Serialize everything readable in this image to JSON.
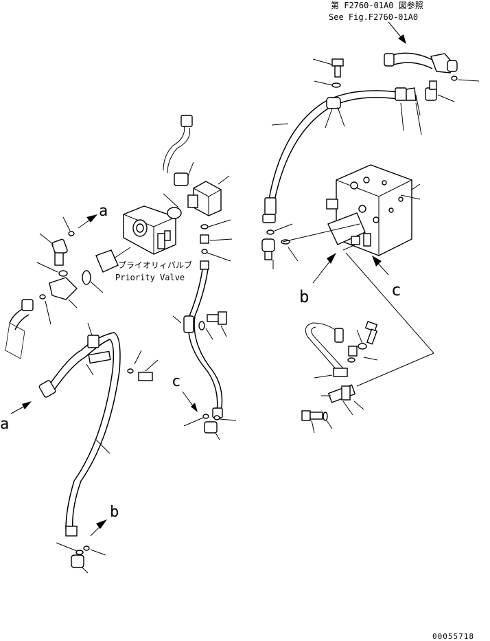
{
  "header": {
    "ref_jp": "第 F2760-01A0 図参照",
    "ref_en": "See Fig.F2760-01A0"
  },
  "callouts": {
    "a": "a",
    "b": "b",
    "c": "c"
  },
  "priority_valve": {
    "label_jp": "プライオリィバルブ",
    "label_en": "Priority Valve"
  },
  "drawing_number": "00055718"
}
